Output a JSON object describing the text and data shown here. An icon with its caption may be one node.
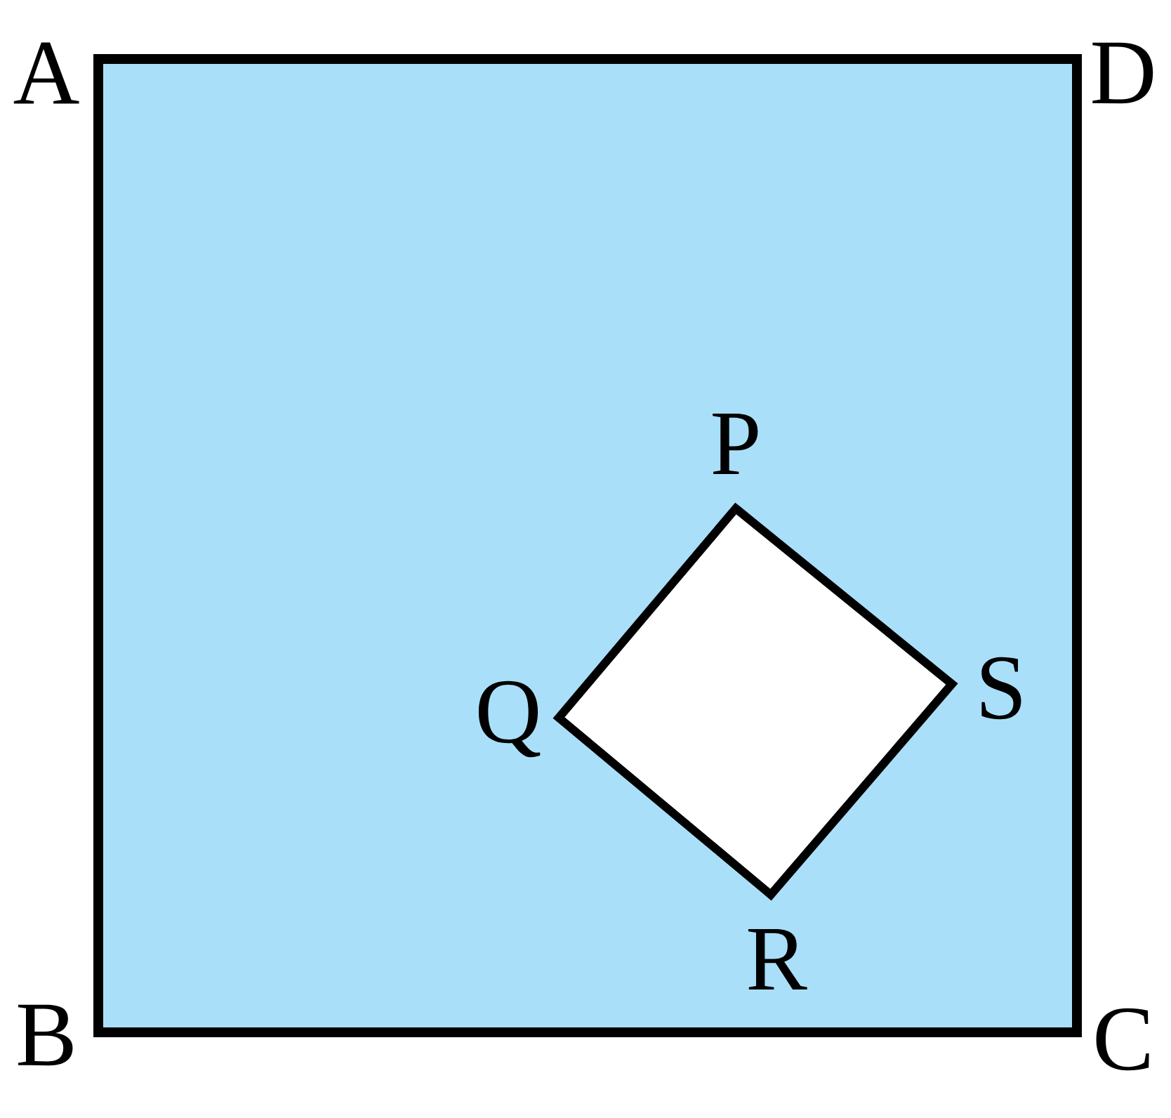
{
  "diagram": {
    "labels": [
      "A",
      "D",
      "P",
      "Q",
      "S",
      "R",
      "B",
      "C"
    ]
  }
}
